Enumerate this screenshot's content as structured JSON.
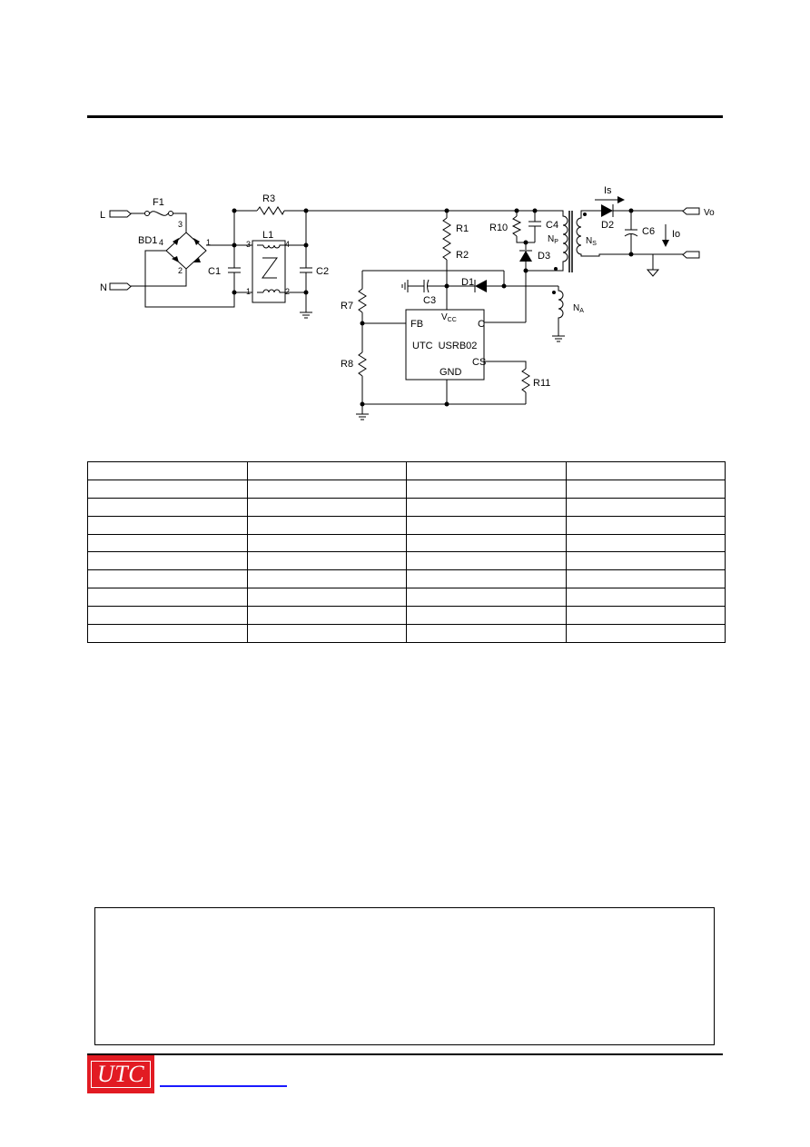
{
  "logo": {
    "text": "UTC",
    "background": "#e21b23"
  },
  "link_color": "#1a1aff",
  "schematic": {
    "terminals": {
      "line": "L",
      "neutral": "N",
      "output": "Vo"
    },
    "components": {
      "fuse": "F1",
      "bridge": "BD1",
      "bridge_pins": [
        "3",
        "1",
        "4",
        "2"
      ],
      "r3": "R3",
      "inductor": "L1",
      "l1_pins": [
        "3",
        "4",
        "1",
        "2"
      ],
      "c1": "C1",
      "c2": "C2",
      "r1": "R1",
      "r2": "R2",
      "r10": "R10",
      "c4": "C4",
      "d3": "D3",
      "np": "N",
      "np_sub": "P",
      "ns": "N",
      "ns_sub": "S",
      "na": "N",
      "na_sub": "A",
      "d2": "D2",
      "c6": "C6",
      "is": "Is",
      "io": "Io",
      "d1": "D1",
      "c3": "C3",
      "r7": "R7",
      "r8": "R8",
      "r11": "R11"
    },
    "ic": {
      "fb": "FB",
      "vcc": "V",
      "vcc_sub": "CC",
      "c": "C",
      "name_prefix": "UTC",
      "name": "USRB02",
      "cs": "CS",
      "gnd": "GND"
    }
  },
  "bom_table": {
    "rows": [
      [
        "",
        "",
        "",
        ""
      ],
      [
        "",
        "",
        "",
        ""
      ],
      [
        "",
        "",
        "",
        ""
      ],
      [
        "",
        "",
        "",
        ""
      ],
      [
        "",
        "",
        "",
        ""
      ],
      [
        "",
        "",
        "",
        ""
      ],
      [
        "",
        "",
        "",
        ""
      ],
      [
        "",
        "",
        "",
        ""
      ],
      [
        "",
        "",
        "",
        ""
      ],
      [
        "",
        "",
        "",
        ""
      ]
    ]
  }
}
